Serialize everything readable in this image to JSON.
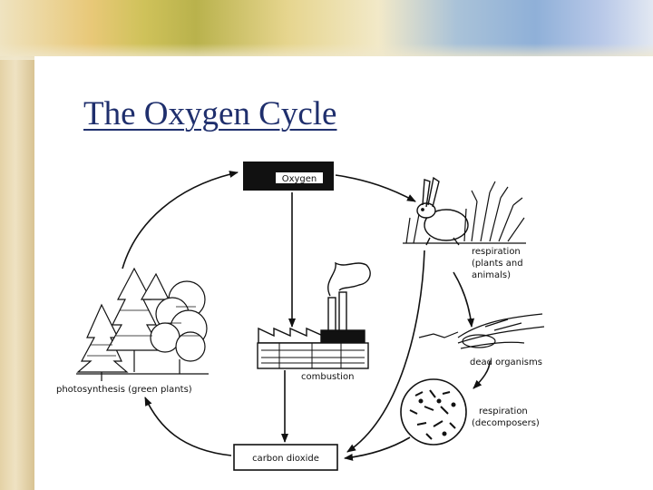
{
  "slide": {
    "title": "The Oxygen Cycle"
  },
  "diagram": {
    "oxygen_label": "Oxygen",
    "respiration_plants_animals": [
      "respiration",
      "(plants and",
      "animals)"
    ],
    "dead_organisms": "dead organisms",
    "respiration_decomposers": [
      "respiration",
      "(decomposers)"
    ],
    "carbon_dioxide": "carbon dioxide",
    "combustion": "combustion",
    "photosynthesis": "photosynthesis (green plants)"
  },
  "colors": {
    "title": "#1f2f6d",
    "ink": "#111111",
    "oxygen_box": "#111111"
  }
}
